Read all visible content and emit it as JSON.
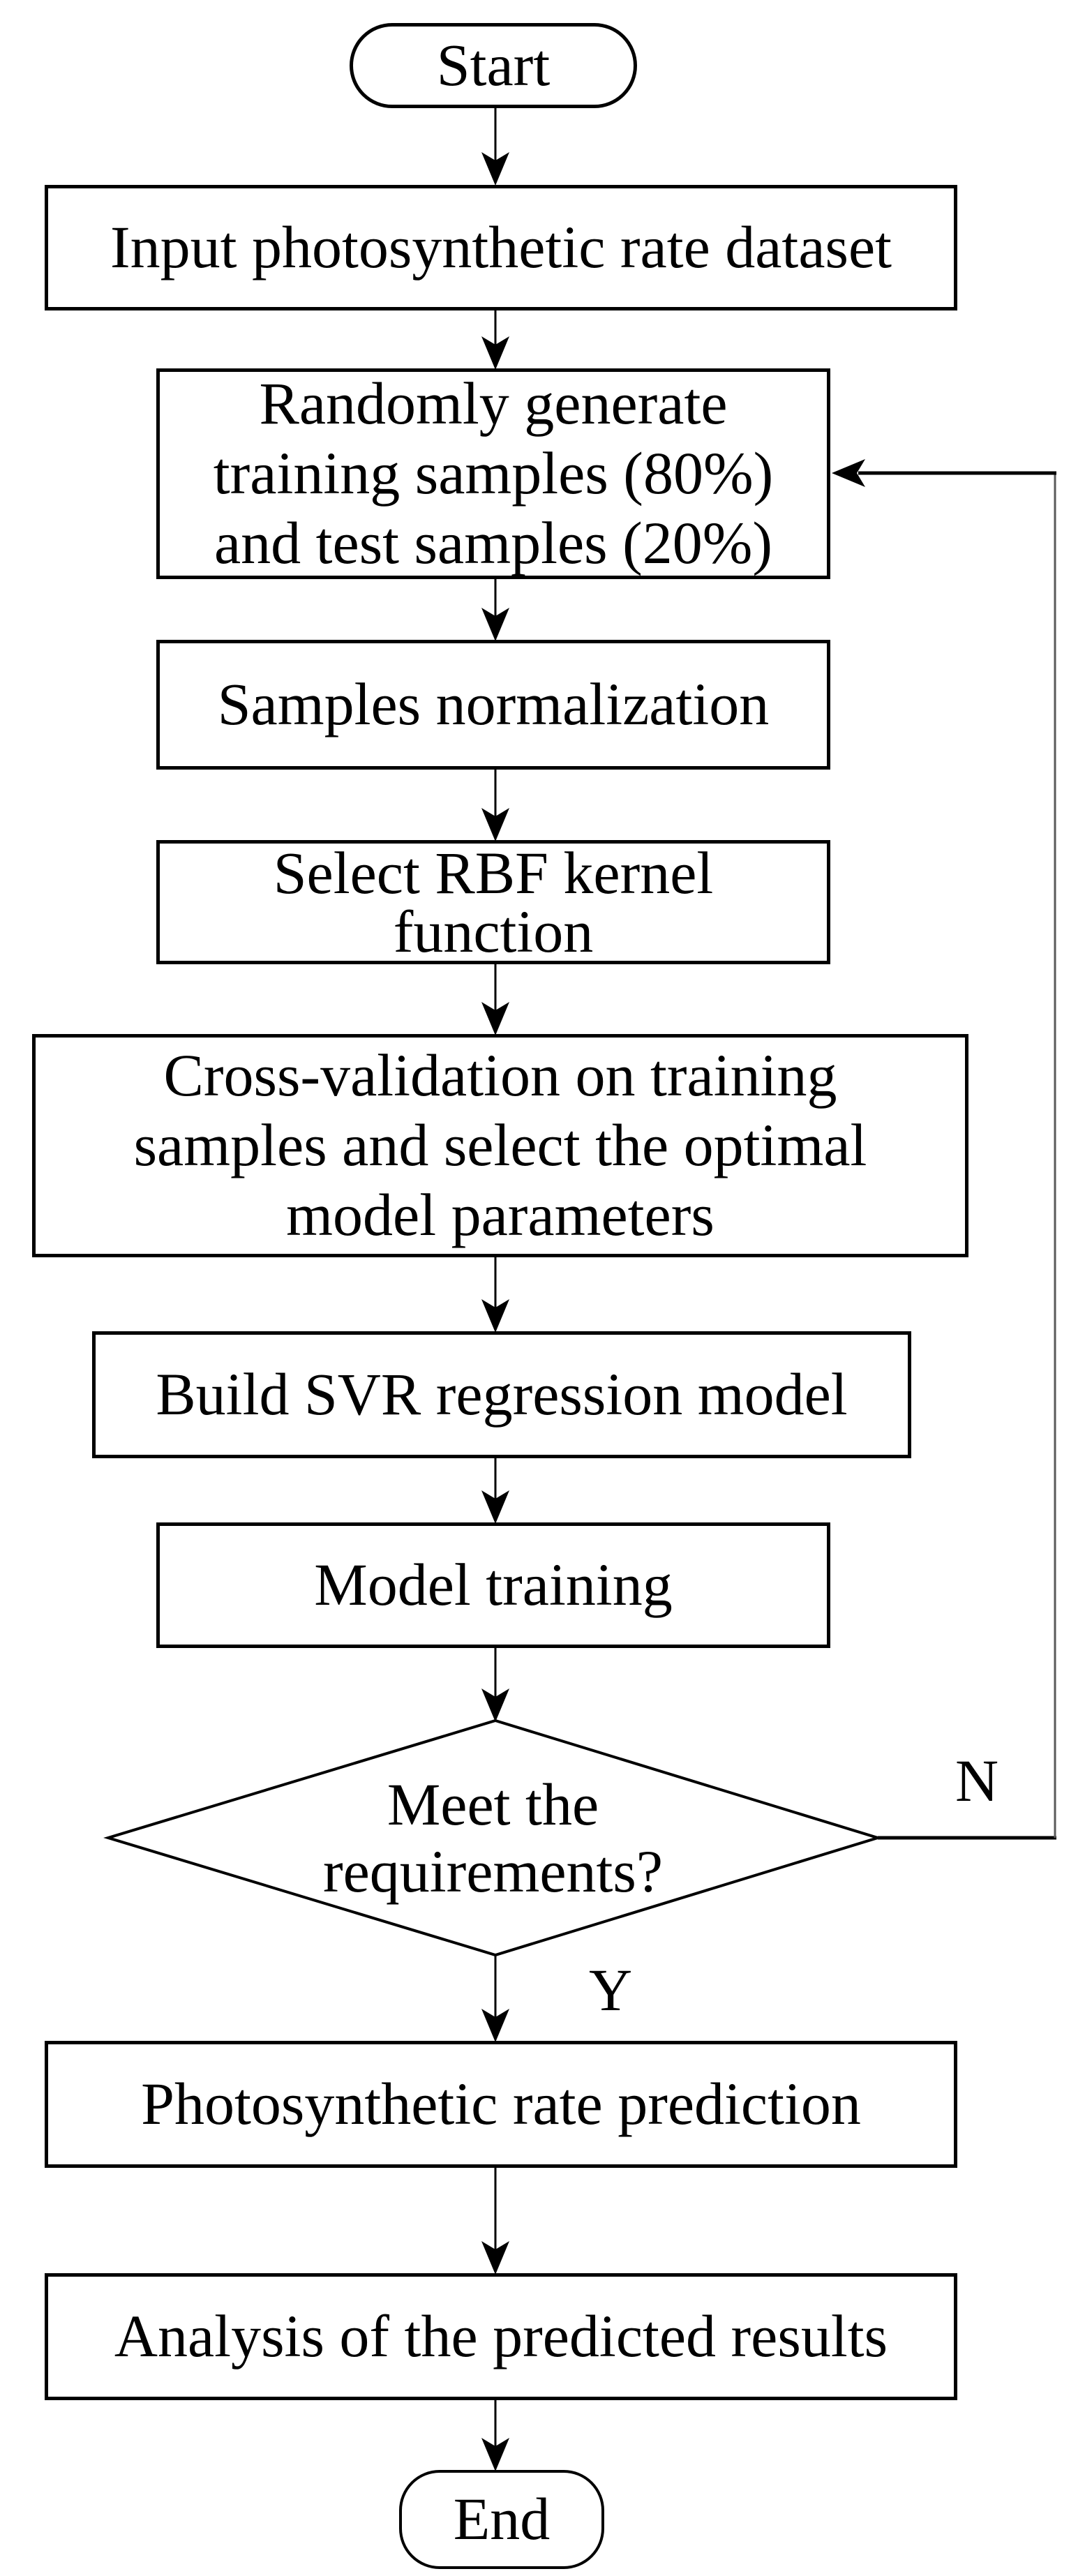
{
  "diagram": {
    "nodes": {
      "start": {
        "type": "terminator",
        "label": "Start"
      },
      "input": {
        "type": "process",
        "label": "Input photosynthetic rate dataset"
      },
      "generate": {
        "type": "process",
        "label": "Randomly generate\ntraining samples (80%)\nand test samples (20%)"
      },
      "normalize": {
        "type": "process",
        "label": "Samples normalization"
      },
      "kernel": {
        "type": "process",
        "label": "Select RBF kernel\nfunction"
      },
      "crossval": {
        "type": "process",
        "label": "Cross-validation on training\nsamples and select the optimal\nmodel parameters"
      },
      "build": {
        "type": "process",
        "label": "Build SVR regression model"
      },
      "train": {
        "type": "process",
        "label": "Model training"
      },
      "decision": {
        "type": "decision",
        "label": "Meet the\nrequirements?"
      },
      "predict": {
        "type": "process",
        "label": "Photosynthetic rate prediction"
      },
      "analyze": {
        "type": "process",
        "label": "Analysis of the predicted results"
      },
      "end": {
        "type": "terminator",
        "label": "End"
      }
    },
    "edge_labels": {
      "yes": "Y",
      "no": "N"
    },
    "colors": {
      "stroke": "#000000",
      "node_fill": "#ffffff",
      "feedback_vertical_line": "#5a5a5a"
    }
  }
}
